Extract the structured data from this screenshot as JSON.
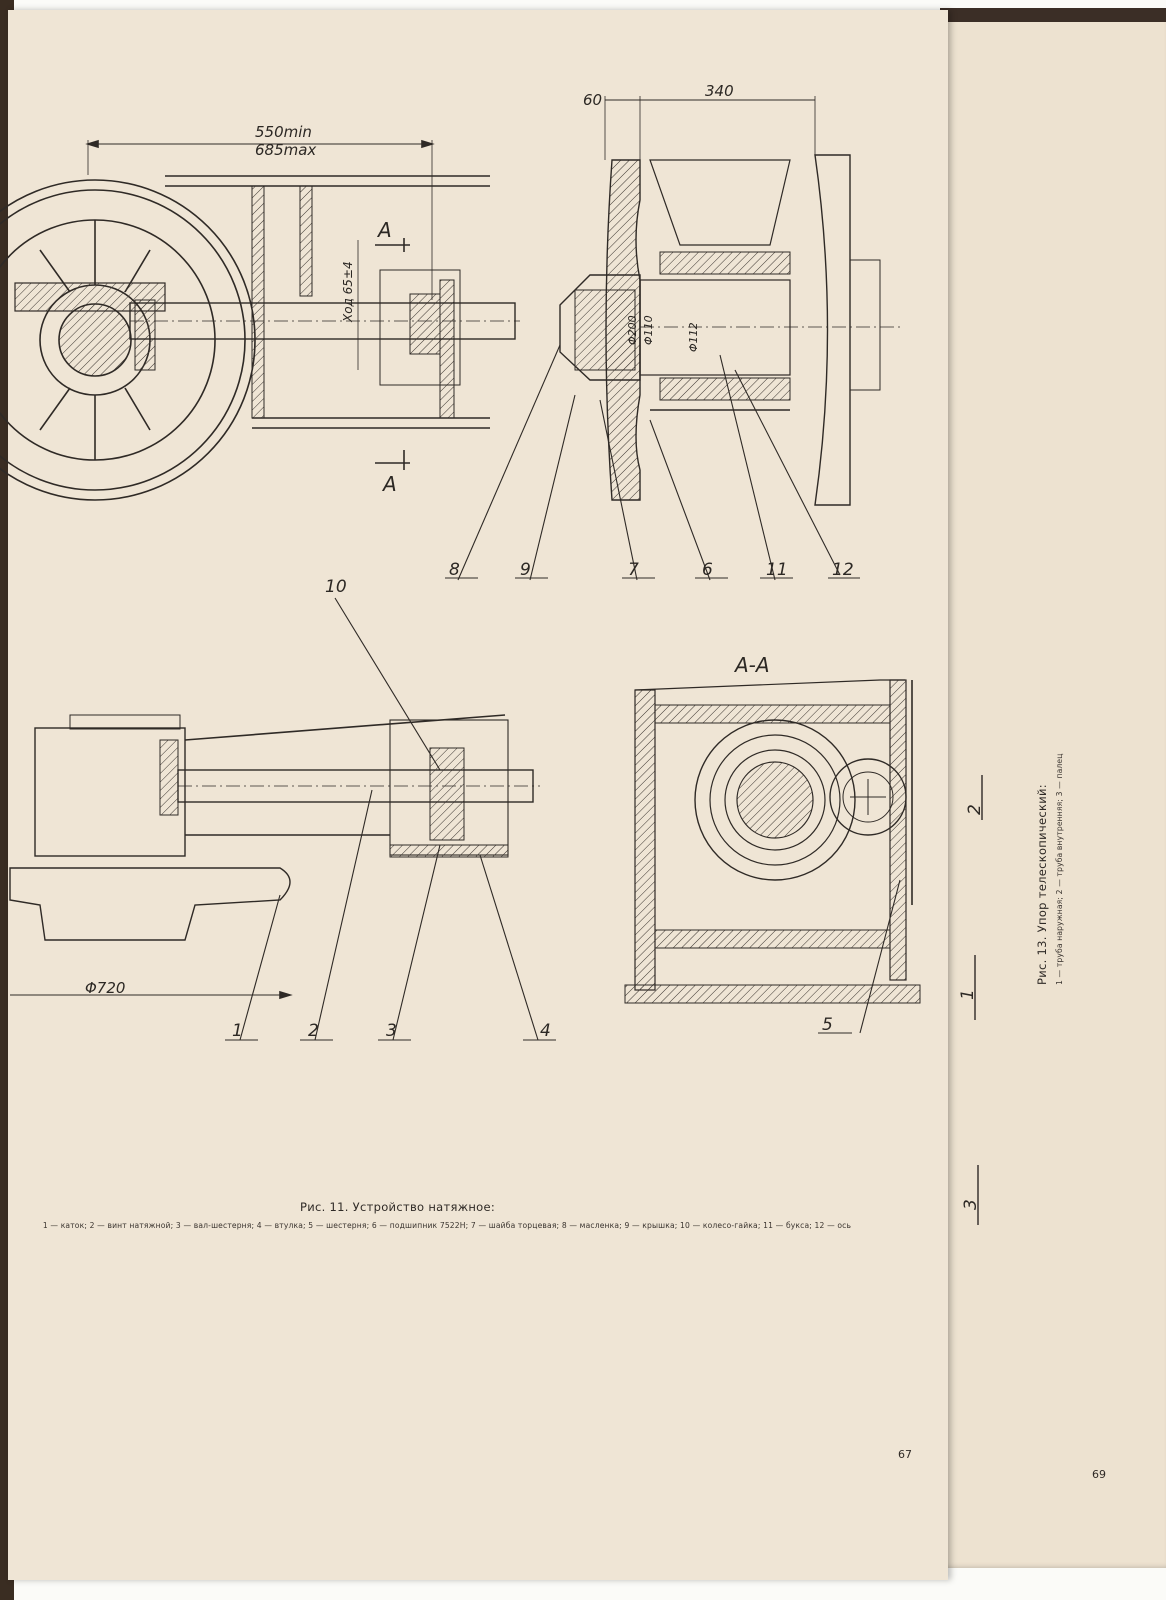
{
  "drawing": {
    "dims": {
      "d550": "550min",
      "d685": "685max",
      "d60": "60",
      "d340": "340",
      "stroke": "Ход 65±4",
      "phi720": "Φ720",
      "phi200": "Φ200",
      "phi110": "Φ110",
      "phi112": "Φ112"
    },
    "section_marks": {
      "top": "А",
      "bottom": "А",
      "section_title": "А-А"
    },
    "part_numbers": {
      "p1": "1",
      "p2": "2",
      "p3": "3",
      "p4": "4",
      "p5": "5",
      "p6": "6",
      "p7": "7",
      "p8": "8",
      "p9": "9",
      "p10": "10",
      "p11": "11",
      "p12": "12"
    }
  },
  "figure11": {
    "title": "Рис. 11. Устройство натяжное:",
    "legend": "1 — каток; 2 — винт натяжной; 3 — вал-шестерня; 4 — втулка; 5 — шестерня; 6 — подшипник 7522Н; 7 — шайба торцевая; 8 — масленка; 9 — крышка; 10 — колесо-гайка; 11 — букса; 12 — ось"
  },
  "figure13": {
    "title": "Рис. 13. Упор телескопический:",
    "legend": "1 — труба наружная; 2 — труба внутренняя; 3 — палец",
    "margin_labels": [
      "2",
      "1",
      "3"
    ]
  },
  "page_numbers": {
    "left": "67",
    "right": "69"
  }
}
